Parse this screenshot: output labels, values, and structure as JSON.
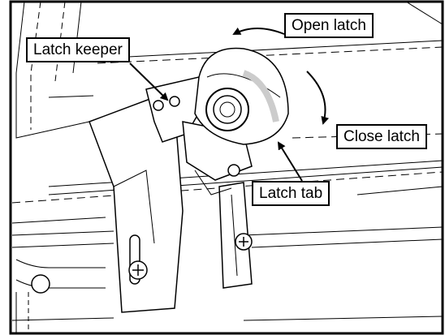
{
  "callouts": {
    "latch_keeper": "Latch keeper",
    "open_latch": "Open latch",
    "close_latch": "Close latch",
    "latch_tab": "Latch tab"
  },
  "colors": {
    "ink": "#000000",
    "paper": "#ffffff",
    "shadow_gray": "#cccccc"
  },
  "icons": [
    "open-latch-rotation-arrow-icon",
    "close-latch-rotation-arrow-icon",
    "bolt-head-icon"
  ]
}
